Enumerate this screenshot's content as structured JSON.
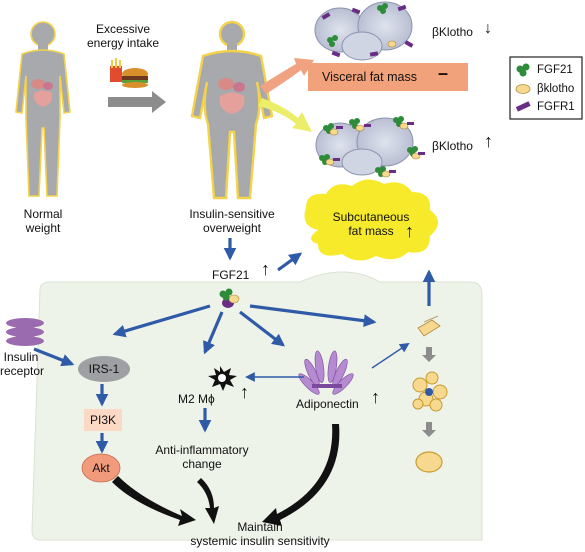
{
  "labels": {
    "normal_weight": [
      "Normal",
      "weight"
    ],
    "excessive_energy": [
      "Excessive",
      "energy intake"
    ],
    "insulin_sensitive_overweight": [
      "Insulin-sensitive",
      "overweight"
    ],
    "visceral_fat_mass": "Visceral fat mass",
    "visceral_change": "–",
    "beta_klotho_down": "βKlotho",
    "beta_klotho_up": "βKlotho",
    "subcutaneous_fat_mass": [
      "Subcutaneous",
      "fat mass"
    ],
    "fgf21": "FGF21",
    "insulin_receptor": [
      "Insulin",
      "receptor"
    ],
    "irs1": "IRS-1",
    "pi3k": "PI3K",
    "akt": "Akt",
    "m2": "M2 Mϕ",
    "anti_inflammatory": [
      "Anti-inflammatory",
      "change"
    ],
    "adiponectin": "Adiponectin",
    "maintain": [
      "Maintain",
      "systemic insulin sensitivity"
    ]
  },
  "legend": [
    {
      "label": "FGF21",
      "icon": "fgf21-icon"
    },
    {
      "label": "βklotho",
      "icon": "beta-klotho-icon"
    },
    {
      "label": "FGFR1",
      "icon": "fgfr1-icon"
    }
  ],
  "colors": {
    "arrow_blue": "#2f5aa8",
    "panel_bg": "#eef3ea",
    "visceral_box": "#f2a27a",
    "cloud_yellow": "#f7ea2a",
    "irs_gray": "#9ea0a3",
    "pi3k_box": "#fcd9c5",
    "akt_orange": "#f29a7c",
    "green": "#2e8b3a",
    "purple": "#6a2d86",
    "klotho": "#f6d98e"
  }
}
